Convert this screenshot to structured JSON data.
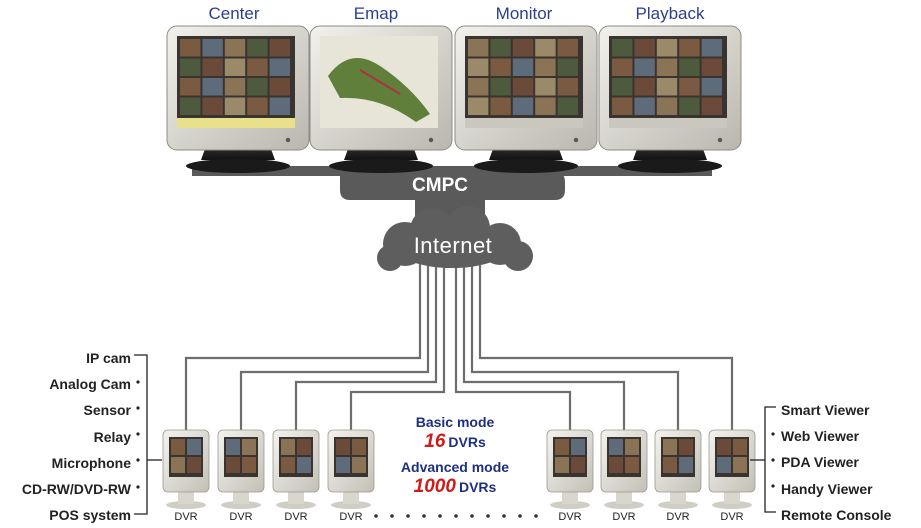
{
  "monitors": [
    {
      "label": "Center"
    },
    {
      "label": "Emap"
    },
    {
      "label": "Monitor"
    },
    {
      "label": "Playback"
    }
  ],
  "hub": {
    "label": "CMPC"
  },
  "network": {
    "label": "Internet"
  },
  "modes": {
    "basic_name": "Basic mode",
    "basic_count": "16",
    "advanced_name": "Advanced mode",
    "advanced_count": "1000",
    "unit": "DVRs"
  },
  "inputs": [
    "IP cam",
    "Analog Cam",
    "Sensor",
    "Relay",
    "Microphone",
    "CD-RW/DVD-RW",
    "POS system"
  ],
  "viewers": [
    "Smart Viewer",
    "Web Viewer",
    "PDA Viewer",
    "Handy Viewer",
    "Remote Console"
  ],
  "dvrs": [
    "DVR",
    "DVR",
    "DVR",
    "DVR",
    "DVR",
    "DVR",
    "DVR",
    "DVR"
  ],
  "colors": {
    "label_blue": "#2b3f8f",
    "count_red": "#d11a1a",
    "connector_gray": "#6e6e6e",
    "screen_dark": "#3a3430"
  }
}
